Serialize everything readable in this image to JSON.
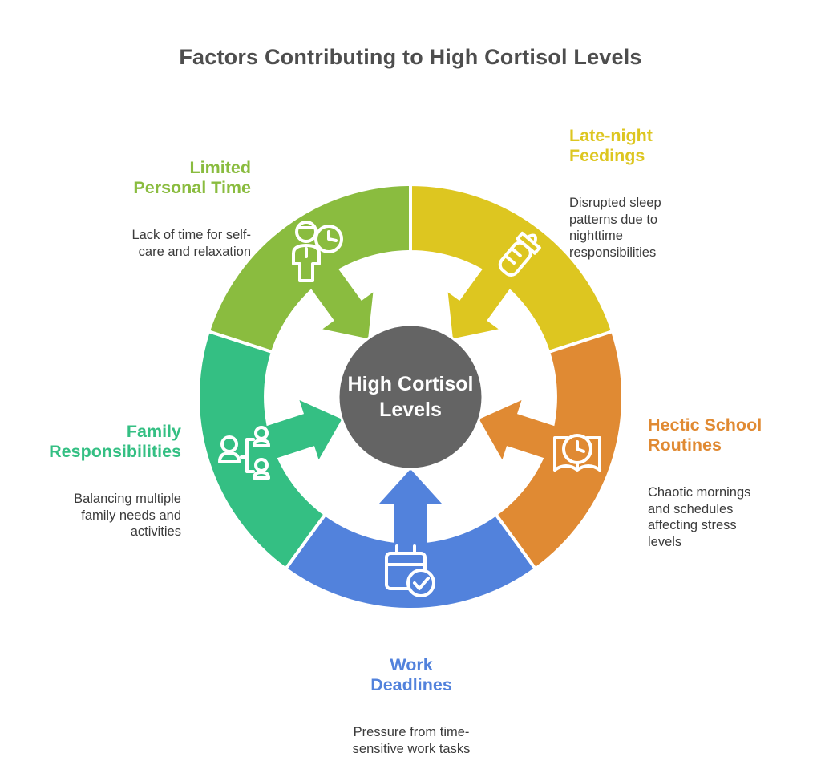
{
  "title": "Factors Contributing to High Cortisol Levels",
  "text_colors": {
    "title": "#4e4e4e",
    "description": "#3b3b3b"
  },
  "center": {
    "label": "High Cortisol\nLevels",
    "fill_color": "#646464",
    "text_color": "#ffffff"
  },
  "factors": [
    {
      "id": "limited-personal-time",
      "label": "Limited\nPersonal Time",
      "description": "Lack of time for self-\ncare and relaxation",
      "color": "#8abc3f",
      "icon": "person-clock-icon"
    },
    {
      "id": "late-night-feedings",
      "label": "Late-night\nFeedings",
      "description": "Disrupted sleep\npatterns due to\nnighttime\nresponsibilities",
      "color": "#ddc620",
      "icon": "baby-bottle-icon"
    },
    {
      "id": "hectic-school-routines",
      "label": "Hectic School\nRoutines",
      "description": "Chaotic mornings\nand schedules\naffecting stress\nlevels",
      "color": "#e08a33",
      "icon": "book-clock-icon"
    },
    {
      "id": "work-deadlines",
      "label": "Work\nDeadlines",
      "description": "Pressure from time-\nsensitive work tasks",
      "color": "#5282dc",
      "icon": "calendar-check-icon"
    },
    {
      "id": "family-responsibilities",
      "label": "Family\nResponsibilities",
      "description": "Balancing multiple\nfamily needs and\nactivities",
      "color": "#34bf83",
      "icon": "family-tree-icon"
    }
  ]
}
